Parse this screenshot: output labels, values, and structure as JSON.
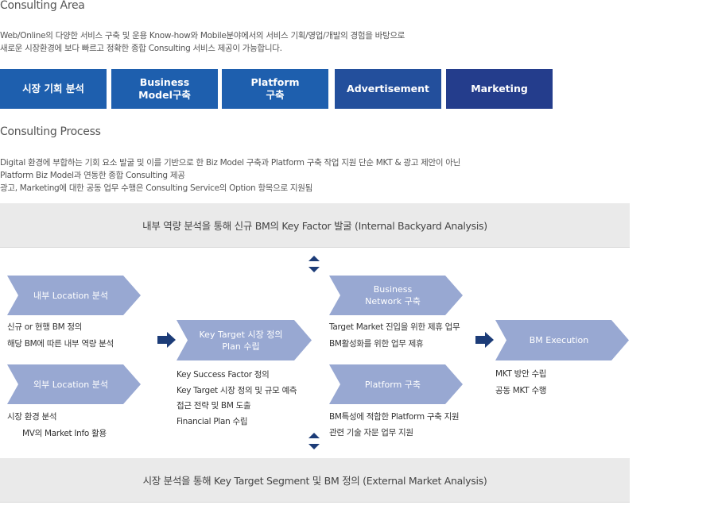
{
  "area": {
    "title": "Consulting Area",
    "desc_lines": [
      "Web/Online의 다양한 서비스 구축 및 운용 Know-how와 Mobile분야에서의 서비스 기획/영업/개발의 경험을 바탕으로",
      "새로운 시장환경에 보다 빠르고 정확한 종합 Consulting 서비스 제공이 가능합니다."
    ],
    "tabs": [
      {
        "label": "시장 기회 분석",
        "color": "#1e5fae"
      },
      {
        "label": "Business\nModel구축",
        "color": "#1e5fae"
      },
      {
        "label": "Platform\n구축",
        "color": "#1e5fae"
      },
      {
        "label": "Advertisement",
        "color": "#234f9c"
      },
      {
        "label": "Marketing",
        "color": "#243d8c"
      }
    ]
  },
  "process": {
    "title": "Consulting Process",
    "desc_lines": [
      "Digital 환경에 부합하는 기회 요소 발굴 및 이를 기반으로 한 Biz Model 구축과 Platform 구축 작업 지원 단순 MKT & 광고 제안이 아닌",
      "Platform Biz Model과 연동한 종합 Consulting 제공",
      "광고, Marketing에 대한 공동 업무 수행은 Consulting Service의 Option 항목으로 지원됨"
    ]
  },
  "diagram": {
    "top_band": "내부 역량 분석을 통해 신규 BM의 Key Factor 발굴 (Internal Backyard Analysis)",
    "bottom_band": "시장 분석을 통해 Key Target Segment 및 BM 정의 (External Market Analysis)",
    "chevron_color": "#98a8d2",
    "arrow_color": "#1c3c78",
    "steps": {
      "internal": {
        "label": "내부 Location 분석",
        "notes": [
          "신규 or 현행 BM 정의",
          "해당 BM에 따른 내부 역량 분석"
        ]
      },
      "external": {
        "label": "외부 Location 분석",
        "notes": [
          "시장 환경 분석",
          "MV의 Market Info 활용"
        ]
      },
      "target": {
        "label": "Key Target 시장 정의\nPlan 수립",
        "notes": [
          "Key Success Factor 정의",
          "Key Target 시장 정의 및 규모 예측",
          "접근 전략 및 BM 도출",
          "Financial Plan 수립"
        ]
      },
      "network": {
        "label": "Business\nNetwork 구축",
        "notes": [
          "Target Market 진입을 위한 제휴 업무",
          "BM활성화를 위한 업무 제휴"
        ]
      },
      "platform": {
        "label": "Platform 구축",
        "notes": [
          "BM특성에 적합한 Platform 구축 지원",
          "관련 기술 자문 업무 지원"
        ]
      },
      "execution": {
        "label": "BM Execution",
        "notes": [
          "MKT 방안 수립",
          "공동 MKT 수행"
        ]
      }
    }
  }
}
